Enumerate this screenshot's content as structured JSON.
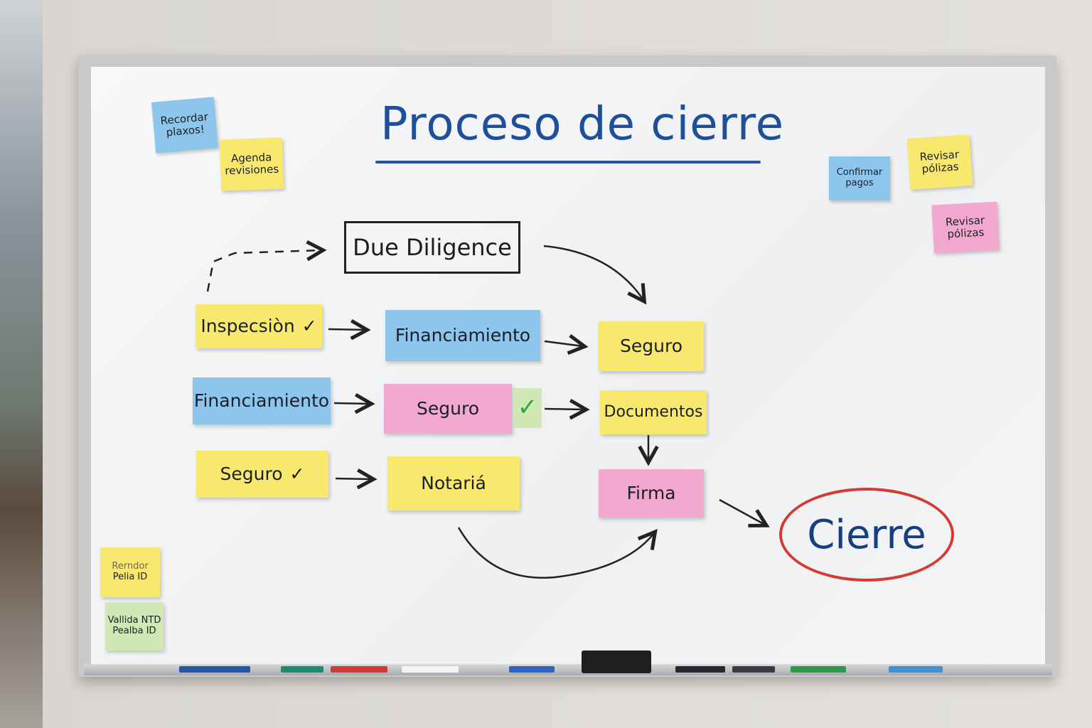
{
  "title": "Proceso de cierre",
  "top_notes": {
    "recordar": "Recordar plaxos!",
    "agenda": "Agenda revisiones",
    "confirmar": "Confirmar pagos",
    "revisar1": "Revisar pólizas",
    "revisar2": "Revisar pólizas"
  },
  "bottom_notes": {
    "recordatorio_line1": "Rerndor",
    "recordatorio_line2": "Pelia ID",
    "valida_line1": "Vallida NTD",
    "valida_line2": "Pealba ID"
  },
  "flow": {
    "due_diligence": "Due Diligence",
    "inspeccion": "Inspecsiòn",
    "financiamiento_1": "Financiamiento",
    "seguro_1": "Seguro",
    "financiamiento_2": "Financiamiento",
    "seguro_2": "Seguro",
    "documentos": "Documentos",
    "seguro_3": "Seguro",
    "notaria": "Notariá",
    "firma": "Firma",
    "cierre": "Cierre",
    "check": "✓"
  },
  "colors": {
    "title": "#1e4f9b",
    "cierre_circle": "#d53a34"
  }
}
